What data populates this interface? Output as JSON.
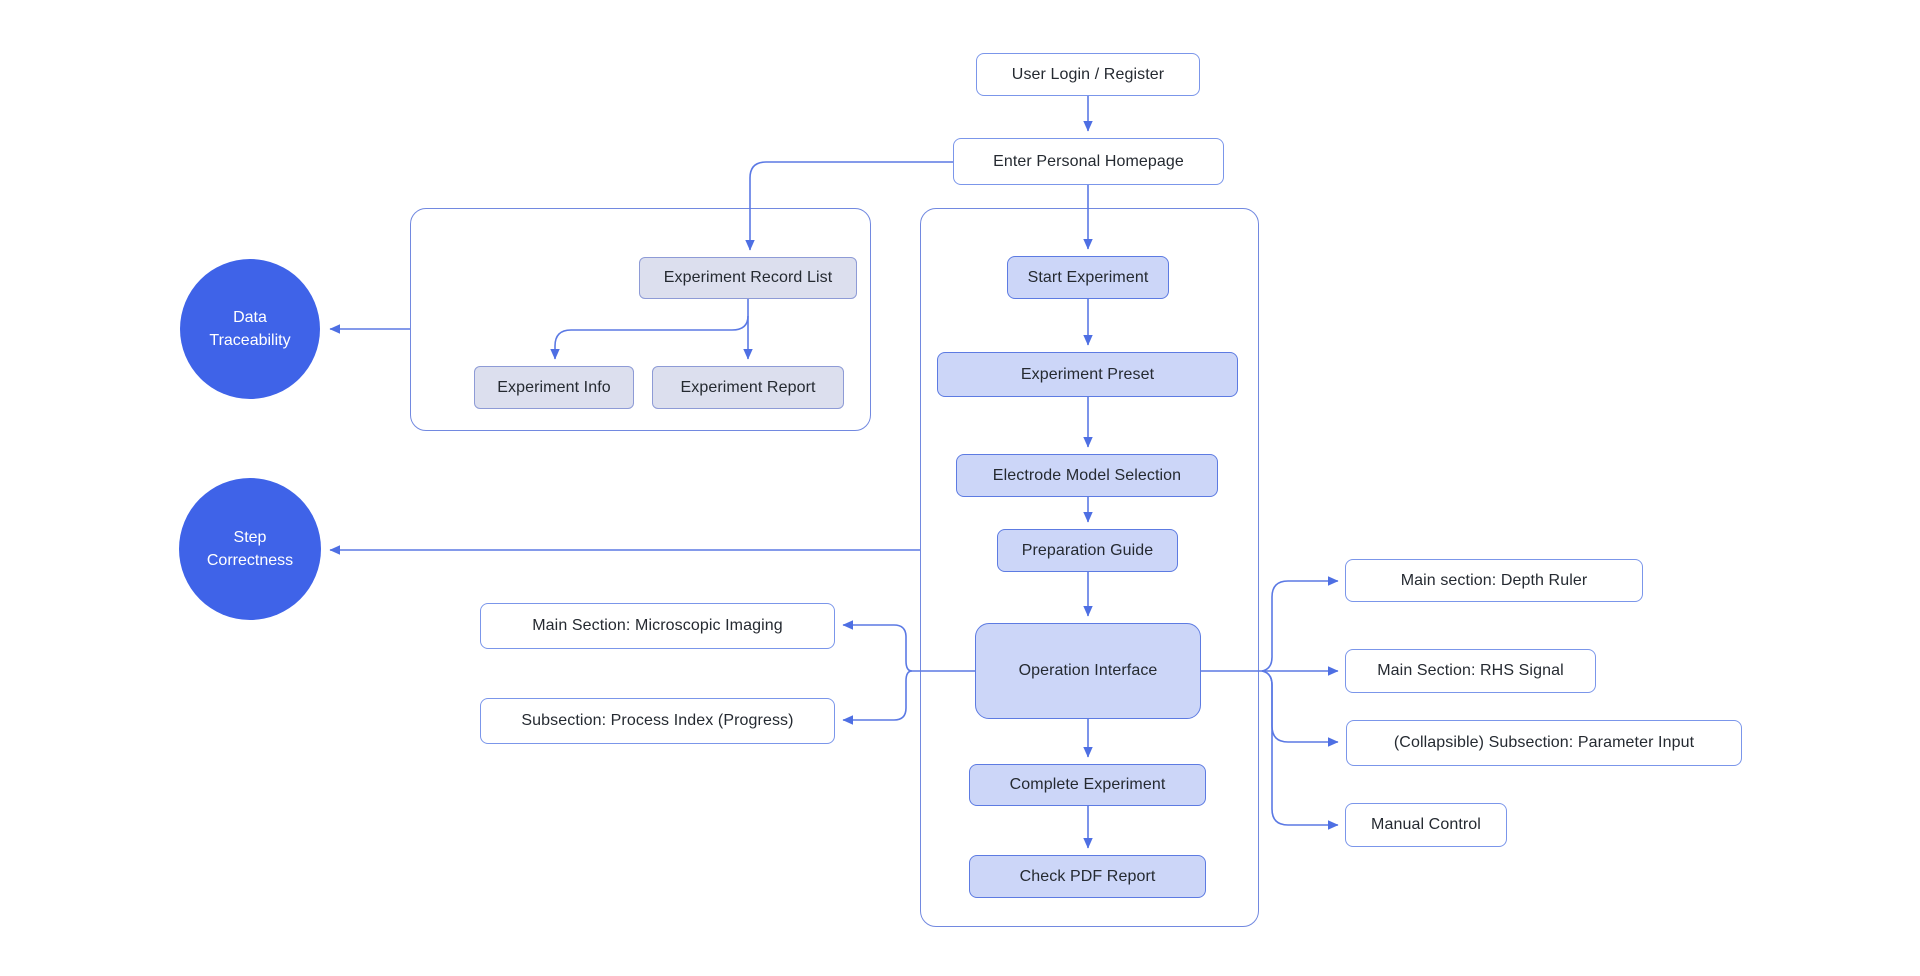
{
  "diagram": {
    "type": "flowchart",
    "background": "#ffffff"
  },
  "colors": {
    "circle_fill": "#3f63e8",
    "circle_text": "#ffffff",
    "connector": "#5b79e4",
    "group_border": "#7289e0",
    "flow_box_fill": "#ccd6f8",
    "flow_box_border": "#5d7be2",
    "record_box_fill": "#dcdfee",
    "record_box_border": "#8e9bd6",
    "white_box_border": "#7b96ea",
    "text": "#252a31"
  },
  "nodes": {
    "user_login": "User Login / Register",
    "enter_homepage": "Enter Personal Homepage",
    "data_traceability": "Data Traceability",
    "step_correctness": "Step Correctness",
    "experiment_record_list": "Experiment Record List",
    "experiment_info": "Experiment Info",
    "experiment_report": "Experiment Report",
    "start_experiment": "Start Experiment",
    "experiment_preset": "Experiment Preset",
    "electrode_model_selection": "Electrode Model Selection",
    "preparation_guide": "Preparation Guide",
    "operation_interface": "Operation Interface",
    "complete_experiment": "Complete Experiment",
    "check_pdf_report": "Check PDF Report",
    "microscopic_imaging": "Main Section: Microscopic Imaging",
    "process_index": "Subsection: Process Index (Progress)",
    "depth_ruler": "Main section: Depth Ruler",
    "rhs_signal": "Main Section: RHS Signal",
    "parameter_input": "(Collapsible) Subsection: Parameter Input",
    "manual_control": "Manual Control"
  },
  "connections": [
    {
      "from": "user_login",
      "to": "enter_homepage"
    },
    {
      "from": "enter_homepage",
      "to": "start_experiment"
    },
    {
      "from": "enter_homepage",
      "to": "experiment_record_list"
    },
    {
      "from": "experiment_record_list",
      "to": "experiment_info"
    },
    {
      "from": "experiment_record_list",
      "to": "experiment_report"
    },
    {
      "from": "record_group",
      "to": "data_traceability"
    },
    {
      "from": "experiment_flow_group",
      "to": "step_correctness"
    },
    {
      "from": "start_experiment",
      "to": "experiment_preset"
    },
    {
      "from": "experiment_preset",
      "to": "electrode_model_selection"
    },
    {
      "from": "electrode_model_selection",
      "to": "preparation_guide"
    },
    {
      "from": "preparation_guide",
      "to": "operation_interface"
    },
    {
      "from": "operation_interface",
      "to": "complete_experiment"
    },
    {
      "from": "complete_experiment",
      "to": "check_pdf_report"
    },
    {
      "from": "operation_interface",
      "to": "microscopic_imaging"
    },
    {
      "from": "operation_interface",
      "to": "process_index"
    },
    {
      "from": "operation_interface",
      "to": "depth_ruler"
    },
    {
      "from": "operation_interface",
      "to": "rhs_signal"
    },
    {
      "from": "operation_interface",
      "to": "parameter_input"
    },
    {
      "from": "operation_interface",
      "to": "manual_control"
    }
  ]
}
